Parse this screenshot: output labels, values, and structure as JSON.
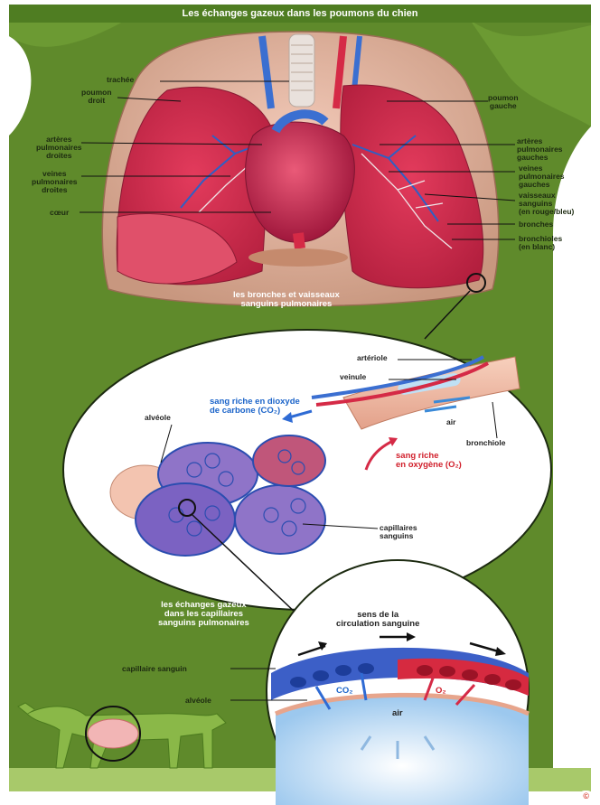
{
  "title": "Les échanges gazeux dans les poumons du chien",
  "top_labels": {
    "trachee": "trachée",
    "poumon_droit": "poumon\ndroit",
    "poumon_gauche": "poumon\ngauche",
    "arteres_droites": "artères\npulmonaires\ndroites",
    "arteres_gauches": "artères\npulmonaires\ngauches",
    "veines_droites": "veines\npulmonaires\ndroites",
    "veines_gauches": "veines\npulmonaires\ngauches",
    "coeur": "cœur",
    "vaisseaux": "vaisseaux\nsanguins\n(en rouge/bleu)",
    "bronches": "bronches",
    "bronchioles": "bronchioles\n(en blanc)",
    "caption": "les bronches et vaisseaux\nsanguins pulmonaires"
  },
  "middle_labels": {
    "arteriole": "artériole",
    "veinule": "veinule",
    "sang_co2": "sang riche en dioxyde\nde carbone (CO₂)",
    "alveole": "alvéole",
    "air": "air",
    "bronchiole": "bronchiole",
    "sang_o2": "sang riche\nen oxygène (O₂)",
    "capillaires": "capillaires\nsanguins"
  },
  "bottom_labels": {
    "caption": "les échanges gazeux\ndans les capillaires\nsanguins pulmonaires",
    "sens": "sens de la\ncirculation sanguine",
    "capillaire": "capillaire sanguin",
    "alveole": "alvéole",
    "co2": "CO₂",
    "o2": "O₂",
    "air": "air"
  },
  "logo": "©"
}
